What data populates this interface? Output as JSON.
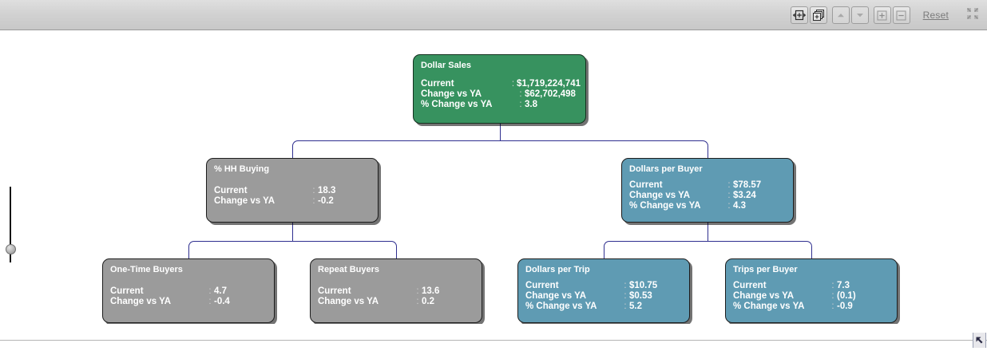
{
  "toolbar": {
    "buttons": [
      {
        "name": "fit-to-width-icon",
        "title": "Fit to width"
      },
      {
        "name": "expand-all-icon",
        "title": "Expand all"
      },
      {
        "name": "scroll-up-icon",
        "title": "Up"
      },
      {
        "name": "scroll-down-icon",
        "title": "Down"
      },
      {
        "name": "zoom-in-icon",
        "title": "Zoom in"
      },
      {
        "name": "zoom-out-icon",
        "title": "Zoom out"
      }
    ],
    "reset_label": "Reset",
    "fullscreen_icon": "collapse-corners-icon"
  },
  "slider": {
    "name": "zoom-slider",
    "orientation": "vertical"
  },
  "tree": {
    "row_labels": {
      "current": "Current",
      "change": "Change vs YA",
      "pct_change": "% Change vs YA"
    },
    "separator": ":",
    "nodes": [
      {
        "id": "dollar-sales",
        "title": "Dollar Sales",
        "level": "root",
        "color": "#37925f",
        "rows": [
          {
            "label": "Current",
            "value": "$1,719,224,741"
          },
          {
            "label": "Change vs YA",
            "value": "$62,702,498"
          },
          {
            "label": "% Change vs YA",
            "value": "3.8"
          }
        ]
      },
      {
        "id": "pct-hh-buying",
        "title": "% HH Buying",
        "level": "mid",
        "color": "#9b9b9b",
        "rows": [
          {
            "label": "Current",
            "value": "18.3"
          },
          {
            "label": "Change vs YA",
            "value": "-0.2"
          }
        ]
      },
      {
        "id": "dollars-per-buyer",
        "title": "Dollars per Buyer",
        "level": "mid",
        "color": "#5f9bb3",
        "rows": [
          {
            "label": "Current",
            "value": "$78.57"
          },
          {
            "label": "Change vs YA",
            "value": "$3.24"
          },
          {
            "label": "% Change vs YA",
            "value": "4.3"
          }
        ]
      },
      {
        "id": "one-time-buyers",
        "title": "One-Time Buyers",
        "level": "leaf",
        "color": "#9b9b9b",
        "rows": [
          {
            "label": "Current",
            "value": "4.7"
          },
          {
            "label": "Change vs YA",
            "value": "-0.4"
          }
        ]
      },
      {
        "id": "repeat-buyers",
        "title": "Repeat Buyers",
        "level": "leaf",
        "color": "#9b9b9b",
        "rows": [
          {
            "label": "Current",
            "value": "13.6"
          },
          {
            "label": "Change vs YA",
            "value": "0.2"
          }
        ]
      },
      {
        "id": "dollars-per-trip",
        "title": "Dollars per Trip",
        "level": "leaf",
        "color": "#5f9bb3",
        "rows": [
          {
            "label": "Current",
            "value": "$10.75"
          },
          {
            "label": "Change vs YA",
            "value": "$0.53"
          },
          {
            "label": "% Change vs YA",
            "value": "5.2"
          }
        ]
      },
      {
        "id": "trips-per-buyer",
        "title": "Trips per Buyer",
        "level": "leaf",
        "color": "#5f9bb3",
        "rows": [
          {
            "label": "Current",
            "value": "7.3"
          },
          {
            "label": "Change vs YA",
            "value": "(0.1)"
          },
          {
            "label": "% Change vs YA",
            "value": "-0.9"
          }
        ]
      }
    ]
  },
  "colors": {
    "connector": "#2f2f8f",
    "root_green": "#37925f",
    "node_gray": "#9b9b9b",
    "node_blue": "#5f9bb3",
    "toolbar_bg": "#d2d2d2"
  }
}
